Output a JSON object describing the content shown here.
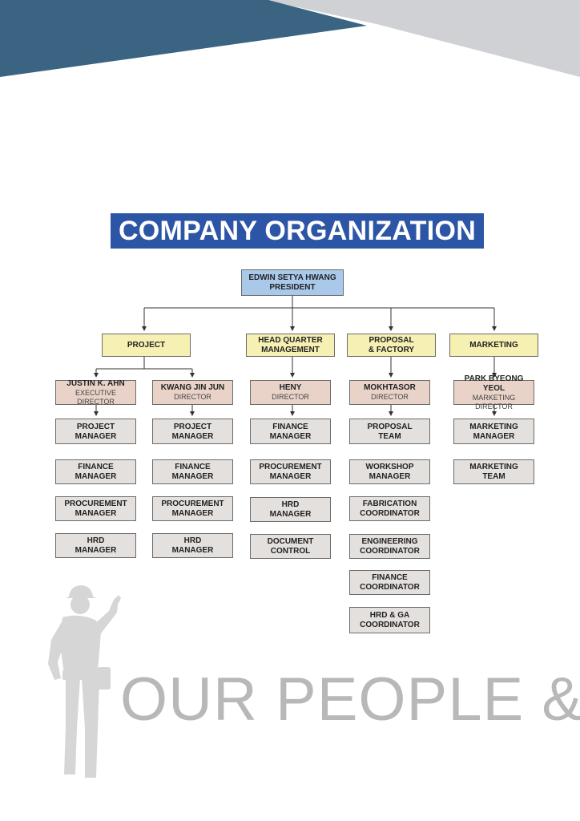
{
  "title": "COMPANY ORGANIZATION",
  "president": {
    "name": "EDWIN SETYA HWANG",
    "role": "PRESIDENT"
  },
  "divisions": {
    "project": "PROJECT",
    "hq": {
      "line1": "HEAD QUARTER",
      "line2": "MANAGEMENT"
    },
    "proposal": {
      "line1": "PROPOSAL",
      "line2": "& FACTORY"
    },
    "marketing": "MARKETING"
  },
  "directors": {
    "justin": {
      "name": "JUSTIN K. AHN",
      "role": "EXECUTIVE DIRECTOR"
    },
    "kwang": {
      "name": "KWANG JIN JUN",
      "role": "DIRECTOR"
    },
    "heny": {
      "name": "HENY",
      "role": "DIRECTOR"
    },
    "mokhtasor": {
      "name": "MOKHTASOR",
      "role": "DIRECTOR"
    },
    "park": {
      "name": "PARK BYEONG YEOL",
      "role": "MARKETING DIRECTOR"
    }
  },
  "teams": {
    "justin": [
      {
        "l1": "PROJECT",
        "l2": "MANAGER"
      },
      {
        "l1": "FINANCE",
        "l2": "MANAGER"
      },
      {
        "l1": "PROCUREMENT",
        "l2": "MANAGER"
      },
      {
        "l1": "HRD",
        "l2": "MANAGER"
      }
    ],
    "kwang": [
      {
        "l1": "PROJECT",
        "l2": "MANAGER"
      },
      {
        "l1": "FINANCE",
        "l2": "MANAGER"
      },
      {
        "l1": "PROCUREMENT",
        "l2": "MANAGER"
      },
      {
        "l1": "HRD",
        "l2": "MANAGER"
      }
    ],
    "heny": [
      {
        "l1": "FINANCE",
        "l2": "MANAGER"
      },
      {
        "l1": "PROCUREMENT",
        "l2": "MANAGER"
      },
      {
        "l1": "HRD",
        "l2": "MANAGER"
      },
      {
        "l1": "DOCUMENT",
        "l2": "CONTROL"
      }
    ],
    "mokhtasor": [
      {
        "l1": "PROPOSAL",
        "l2": "TEAM"
      },
      {
        "l1": "WORKSHOP",
        "l2": "MANAGER"
      },
      {
        "l1": "FABRICATION",
        "l2": "COORDINATOR"
      },
      {
        "l1": "ENGINEERING",
        "l2": "COORDINATOR"
      },
      {
        "l1": "FINANCE",
        "l2": "COORDINATOR"
      },
      {
        "l1": "HRD & GA",
        "l2": "COORDINATOR"
      }
    ],
    "park": [
      {
        "l1": "MARKETING",
        "l2": "MANAGER"
      },
      {
        "l1": "MARKETING",
        "l2": "TEAM"
      }
    ]
  },
  "tagline": "OUR PEOPLE &",
  "colors": {
    "top_blue": "#3b6482",
    "top_grey": "#cfd1d4",
    "title_bar": "#2d55a6",
    "president_box": "#a9c9ea",
    "division_box": "#f6f0b2",
    "director_box": "#e9d3c9",
    "team_box": "#e4e0de"
  }
}
